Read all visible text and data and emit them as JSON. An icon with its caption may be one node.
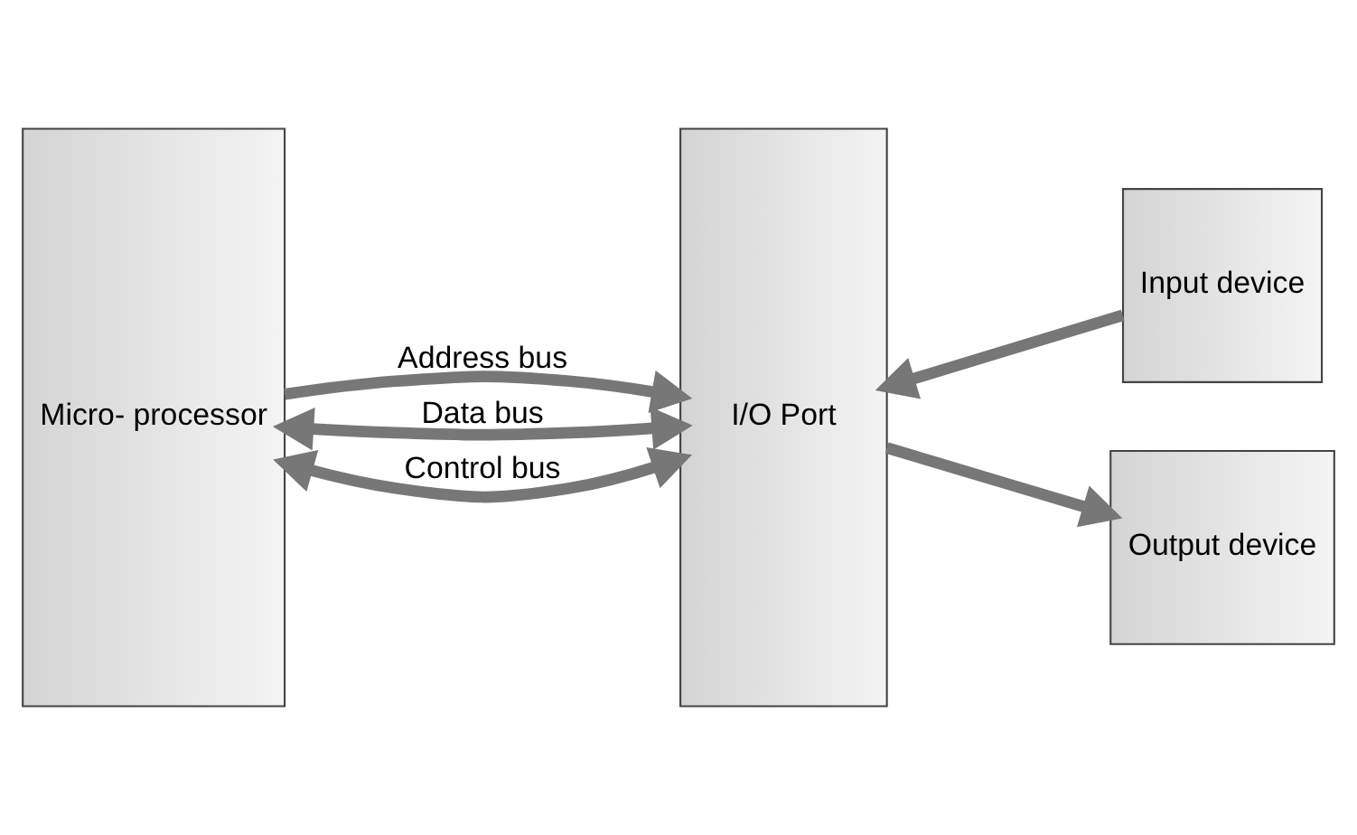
{
  "diagram": {
    "nodes": [
      {
        "text": [
          "Micro- processor"
        ]
      },
      {
        "text": [
          "I/O Port"
        ]
      },
      {
        "text": [
          "Input device"
        ]
      },
      {
        "text": [
          "Output device"
        ]
      }
    ],
    "edges": [
      {
        "from": 0,
        "to": 1,
        "arrow": "to",
        "label": "Address bus"
      },
      {
        "from": 0,
        "to": 1,
        "arrow": "both",
        "label": "Data bus"
      },
      {
        "from": 0,
        "to": 1,
        "arrow": "both",
        "label": "Control bus"
      },
      {
        "from": 2,
        "to": 1,
        "arrow": "to"
      },
      {
        "from": 1,
        "to": 3,
        "arrow": "to"
      }
    ]
  }
}
